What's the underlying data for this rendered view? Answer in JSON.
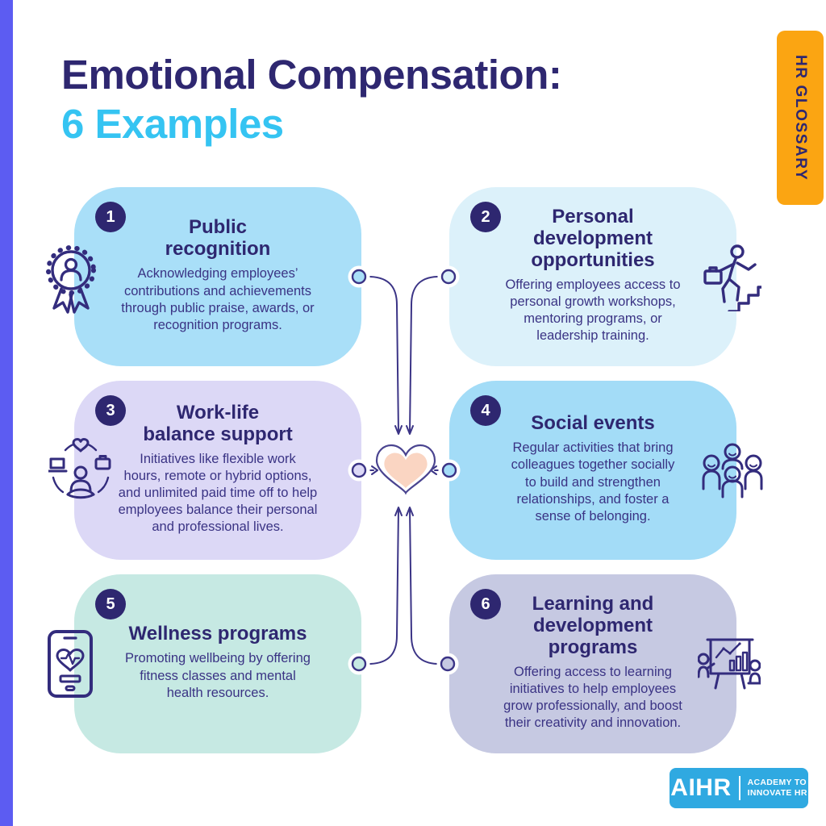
{
  "page": {
    "background": "#FFFFFF",
    "stripe_color": "#5C5CF2"
  },
  "header": {
    "title_line1": "Emotional Compensation:",
    "title_line2": "6 Examples",
    "title_color": "#2E2770",
    "accent_color": "#35C4F2"
  },
  "glossary_tab": {
    "label": "HR GLOSSARY",
    "bg": "#FBA512",
    "text_color": "#2E2770"
  },
  "center": {
    "heart_icon": "heart-icon",
    "heart_fill": "#FAD5C2",
    "heart_outline": "#4A4490",
    "connector_color": "#3B3486"
  },
  "cards": [
    {
      "number": "1",
      "title": "Public\nrecognition",
      "body": "Acknowledging employees’\ncontributions and achievements\nthrough public praise, awards, or\nrecognition programs.",
      "bg": "#A9DFF8",
      "icon": "award-ribbon-icon"
    },
    {
      "number": "2",
      "title": "Personal\ndevelopment\nopportunities",
      "body": "Offering employees access to\npersonal growth workshops,\nmentoring programs, or\nleadership training.",
      "bg": "#DCF1FA",
      "icon": "career-stairs-icon"
    },
    {
      "number": "3",
      "title": "Work-life\nbalance support",
      "body": "Initiatives like flexible work\nhours, remote or hybrid options,\nand unlimited paid time off to help\nemployees balance their personal\nand professional lives.",
      "bg": "#DCD8F6",
      "icon": "meditation-balance-icon"
    },
    {
      "number": "4",
      "title": "Social events",
      "body": "Regular activities that bring\ncolleagues together socially\nto build and strengthen\nrelationships, and foster a\nsense of belonging.",
      "bg": "#A3DCF7",
      "icon": "people-group-icon"
    },
    {
      "number": "5",
      "title": "Wellness programs",
      "body": "Promoting wellbeing by offering\nfitness classes and mental\nhealth resources.",
      "bg": "#C6E9E3",
      "icon": "wellness-phone-icon"
    },
    {
      "number": "6",
      "title": "Learning and\ndevelopment\nprograms",
      "body": "Offering access to learning\ninitiatives to help employees\ngrow professionally, and boost\ntheir creativity and innovation.",
      "bg": "#C6C9E2",
      "icon": "presentation-chart-icon"
    }
  ],
  "footer_logo": {
    "brand": "AIHR",
    "tagline_line1": "ACADEMY TO",
    "tagline_line2": "INNOVATE HR",
    "bg": "#2FA9E1"
  }
}
